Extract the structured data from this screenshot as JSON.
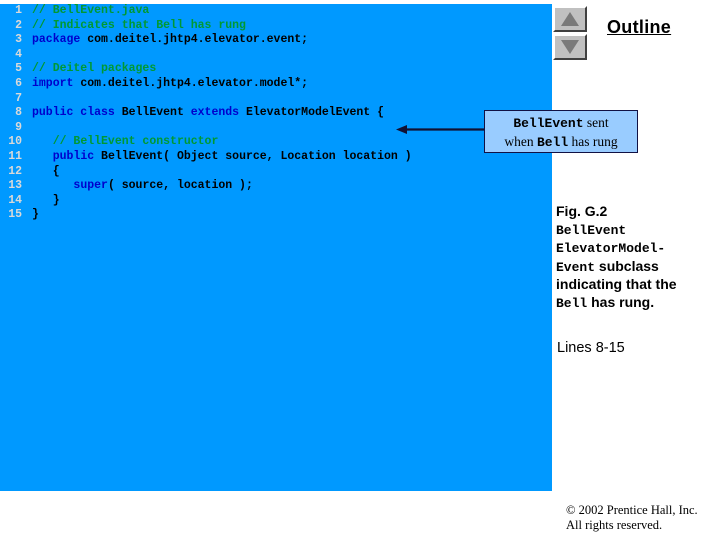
{
  "panel": {
    "background_color": "#0099ff",
    "line_number_color": "#d9d9d9",
    "keyword_color": "#0000cc",
    "comment_color": "#009933",
    "identifier_color": "#000000"
  },
  "code": {
    "lines": [
      {
        "number": "1",
        "indent": 0,
        "tokens": [
          {
            "t": "// BellEvent.java",
            "c": "cm"
          }
        ]
      },
      {
        "number": "2",
        "indent": 0,
        "tokens": [
          {
            "t": "// Indicates that Bell has rung",
            "c": "cm"
          }
        ]
      },
      {
        "number": "3",
        "indent": 0,
        "tokens": [
          {
            "t": "package",
            "c": "k"
          },
          {
            "t": " com.deitel.jhtp4.elevator.event;",
            "c": "id"
          }
        ]
      },
      {
        "number": "4",
        "indent": 0,
        "tokens": []
      },
      {
        "number": "5",
        "indent": 0,
        "tokens": [
          {
            "t": "// Deitel packages",
            "c": "cm"
          }
        ]
      },
      {
        "number": "6",
        "indent": 0,
        "tokens": [
          {
            "t": "import",
            "c": "k"
          },
          {
            "t": " com.deitel.jhtp4.elevator.model*;",
            "c": "id"
          }
        ]
      },
      {
        "number": "7",
        "indent": 0,
        "tokens": []
      },
      {
        "number": "8",
        "indent": 0,
        "tokens": [
          {
            "t": "public class",
            "c": "k"
          },
          {
            "t": " BellEvent ",
            "c": "id"
          },
          {
            "t": "extends",
            "c": "k"
          },
          {
            "t": " ElevatorModelEvent {",
            "c": "id"
          }
        ]
      },
      {
        "number": "9",
        "indent": 0,
        "tokens": []
      },
      {
        "number": "10",
        "indent": 3,
        "tokens": [
          {
            "t": "// BellEvent constructor",
            "c": "cm"
          }
        ]
      },
      {
        "number": "11",
        "indent": 3,
        "tokens": [
          {
            "t": "public",
            "c": "k"
          },
          {
            "t": " BellEvent( Object source, Location location )",
            "c": "id"
          }
        ]
      },
      {
        "number": "12",
        "indent": 3,
        "tokens": [
          {
            "t": "{",
            "c": "id"
          }
        ]
      },
      {
        "number": "13",
        "indent": 6,
        "tokens": [
          {
            "t": "super",
            "c": "k"
          },
          {
            "t": "( source, location );",
            "c": "id"
          }
        ]
      },
      {
        "number": "14",
        "indent": 3,
        "tokens": [
          {
            "t": "}",
            "c": "id"
          }
        ]
      },
      {
        "number": "15",
        "indent": 0,
        "tokens": [
          {
            "t": "}",
            "c": "id"
          }
        ]
      }
    ]
  },
  "callout": {
    "line1_code": "BellEvent",
    "line1_text": " sent",
    "line2_prefix": "when ",
    "line2_code": "Bell",
    "line2_suffix": " has rung",
    "fill_color": "#99ccff",
    "border_color": "#111144"
  },
  "scroll_buttons": {
    "up_icon": "triangle-up-icon",
    "down_icon": "triangle-down-icon"
  },
  "outline": {
    "title": "Outline"
  },
  "figure": {
    "label": "Fig. G.2",
    "part1_code": "BellEvent",
    "part2_code": "ElevatorModel-",
    "part3_code": "Event",
    "part3_text": " subclass",
    "part4_text": "indicating that the",
    "part5_code": "Bell",
    "part5_text": " has rung."
  },
  "lines_note": {
    "text": "Lines 8-15"
  },
  "footer": {
    "line1": "© 2002 Prentice Hall, Inc.",
    "line2": "All rights reserved."
  }
}
